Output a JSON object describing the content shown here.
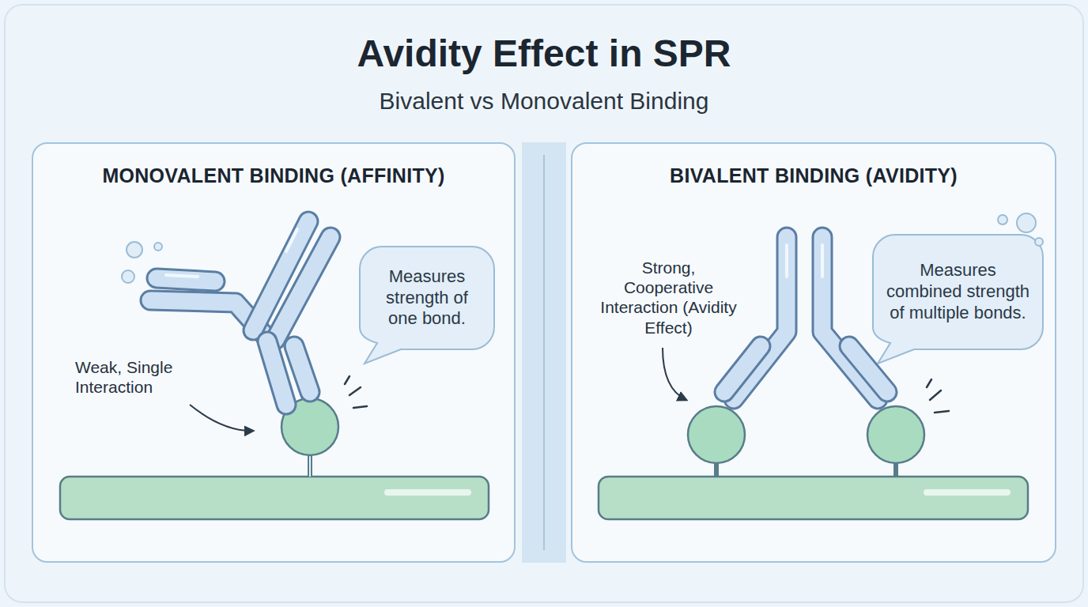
{
  "diagram": {
    "title": "Avidity Effect in SPR",
    "nodes": [
      {
        "text": [
          "MONOVALENT BINDING (AFFINITY)"
        ]
      },
      {
        "text": [
          "Measures strength of one bond."
        ],
        "in": 0
      },
      {
        "text": [
          "BIVALENT BINDING (AVIDITY)"
        ]
      },
      {
        "text": [
          "Measures combined strength of multiple bonds."
        ],
        "in": 2
      }
    ],
    "labels": [
      "Bivalent vs Monovalent Binding",
      "Weak, Single Interaction",
      "Strong, Cooperative Interaction (Avidity Effect)"
    ]
  }
}
